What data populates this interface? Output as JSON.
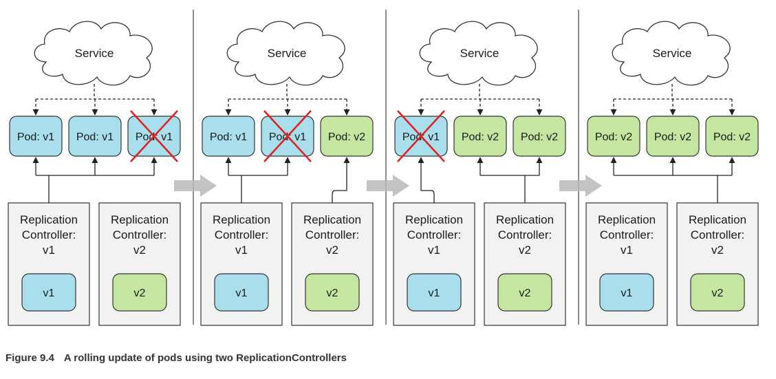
{
  "colors": {
    "v1": "#a9dfec",
    "v2": "#c5e6a0",
    "rc_bg": "#f2f2f2",
    "cross": "#e02020",
    "arrow": "#b8b8b8"
  },
  "icons": [
    "cloud-icon",
    "cross-out-icon",
    "transition-arrow-icon"
  ],
  "panels": [
    {
      "service_label": "Service",
      "pods": [
        {
          "label": "Pod: v1",
          "version": "v1",
          "deleted": false
        },
        {
          "label": "Pod: v1",
          "version": "v1",
          "deleted": false
        },
        {
          "label": "Pod: v1",
          "version": "v1",
          "deleted": true
        }
      ],
      "controllers": [
        {
          "label_lines": [
            "Replication",
            "Controller:",
            "v1"
          ],
          "template_label": "v1",
          "version": "v1",
          "manages": [
            0,
            1,
            2
          ]
        },
        {
          "label_lines": [
            "Replication",
            "Controller:",
            "v2"
          ],
          "template_label": "v2",
          "version": "v2",
          "manages": []
        }
      ]
    },
    {
      "service_label": "Service",
      "pods": [
        {
          "label": "Pod: v1",
          "version": "v1",
          "deleted": false
        },
        {
          "label": "Pod: v1",
          "version": "v1",
          "deleted": true
        },
        {
          "label": "Pod: v2",
          "version": "v2",
          "deleted": false
        }
      ],
      "controllers": [
        {
          "label_lines": [
            "Replication",
            "Controller:",
            "v1"
          ],
          "template_label": "v1",
          "version": "v1",
          "manages": [
            0,
            1
          ]
        },
        {
          "label_lines": [
            "Replication",
            "Controller:",
            "v2"
          ],
          "template_label": "v2",
          "version": "v2",
          "manages": [
            2
          ]
        }
      ]
    },
    {
      "service_label": "Service",
      "pods": [
        {
          "label": "Pod: v1",
          "version": "v1",
          "deleted": true
        },
        {
          "label": "Pod: v2",
          "version": "v2",
          "deleted": false
        },
        {
          "label": "Pod: v2",
          "version": "v2",
          "deleted": false
        }
      ],
      "controllers": [
        {
          "label_lines": [
            "Replication",
            "Controller:",
            "v1"
          ],
          "template_label": "v1",
          "version": "v1",
          "manages": [
            0
          ]
        },
        {
          "label_lines": [
            "Replication",
            "Controller:",
            "v2"
          ],
          "template_label": "v2",
          "version": "v2",
          "manages": [
            1,
            2
          ]
        }
      ]
    },
    {
      "service_label": "Service",
      "pods": [
        {
          "label": "Pod: v2",
          "version": "v2",
          "deleted": false
        },
        {
          "label": "Pod: v2",
          "version": "v2",
          "deleted": false
        },
        {
          "label": "Pod: v2",
          "version": "v2",
          "deleted": false
        }
      ],
      "controllers": [
        {
          "label_lines": [
            "Replication",
            "Controller:",
            "v1"
          ],
          "template_label": "v1",
          "version": "v1",
          "manages": []
        },
        {
          "label_lines": [
            "Replication",
            "Controller:",
            "v2"
          ],
          "template_label": "v2",
          "version": "v2",
          "manages": [
            0,
            1,
            2
          ]
        }
      ]
    }
  ],
  "caption": {
    "figure": "Figure 9.4",
    "text": "A rolling update of pods using two ReplicationControllers"
  }
}
